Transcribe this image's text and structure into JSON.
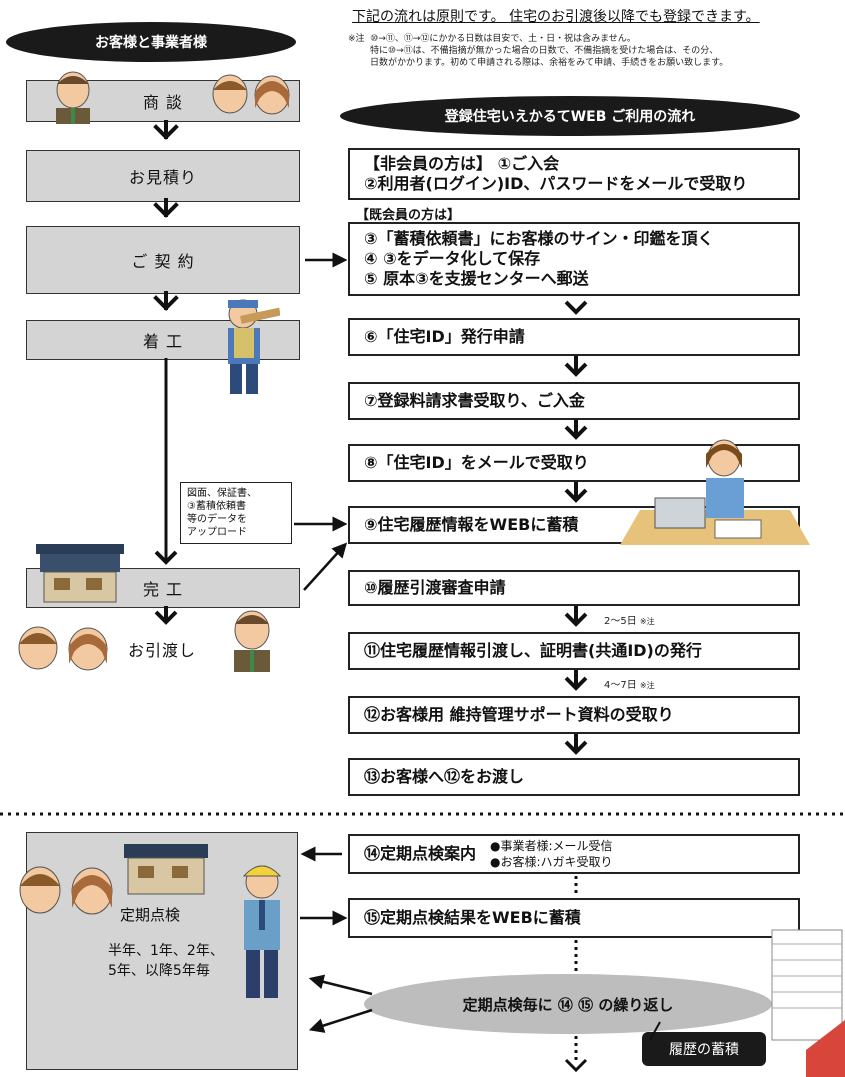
{
  "top_note": {
    "headline": "下記の流れは原則です。 住宅のお引渡後以降でも登録できます。",
    "note_prefix": "※注",
    "note_line1": "⑩→⑪、⑪→⑫にかかる日数は目安で、土・日・祝は含みません。",
    "note_line2": "特に⑩→⑪は、不備指摘が無かった場合の日数で、不備指摘を受けた場合は、その分、",
    "note_line3": "日数がかかります。初めて申請される際は、余裕をみて申請、手続きをお願い致します。"
  },
  "left_header": "お客様と事業者様",
  "right_header": "登録住宅いえかるてWEB ご利用の流れ",
  "left_steps": {
    "shodan": "商 談",
    "mitsumori": "お見積り",
    "keiyaku": "ご 契 約",
    "chakko": "着 工",
    "kanko": "完 工",
    "hikiwatashi": "お引渡し"
  },
  "upload_note": {
    "line1": "図面、保証書、",
    "line2": "③蓄積依頼書",
    "line3": "等のデータを",
    "line4": "アップロード"
  },
  "right_steps": {
    "s1_line1": "【非会員の方は】 ①ご入会",
    "s1_line2": "②利用者(ログイン)ID、パスワードをメールで受取り",
    "member_label": "【既会員の方は】",
    "s3_line1": "③「蓄積依頼書」にお客様のサイン・印鑑を頂く",
    "s3_line2": "④ ③をデータ化して保存",
    "s3_line3": "⑤ 原本③を支援センターへ郵送",
    "s6": "⑥「住宅ID」発行申請",
    "s7": "⑦登録料請求書受取り、ご入金",
    "s8": "⑧「住宅ID」をメールで受取り",
    "s9": "⑨住宅履歴情報をWEBに蓄積",
    "s10": "⑩履歴引渡審査申請",
    "s11": "⑪住宅履歴情報引渡し、証明書(共通ID)の発行",
    "s12": "⑫お客様用 維持管理サポート資料の受取り",
    "s13": "⑬お客様へ⑫をお渡し",
    "s14": "⑭定期点検案内",
    "s15": "⑮定期点検結果をWEBに蓄積"
  },
  "durations": {
    "d1": "2〜5日",
    "d1_note": "※注",
    "d2": "4〜7日",
    "d2_note": "※注"
  },
  "inspection_info": {
    "bullet1": "●事業者様:メール受信",
    "bullet2": "●お客様:ハガキ受取り"
  },
  "periodic": {
    "title": "定期点検",
    "line1": "半年、1年、2年、",
    "line2": "5年、以降5年毎"
  },
  "repeat_label": "定期点検毎に ⑭ ⑮ の繰り返し",
  "history_label": "履歴の蓄積"
}
